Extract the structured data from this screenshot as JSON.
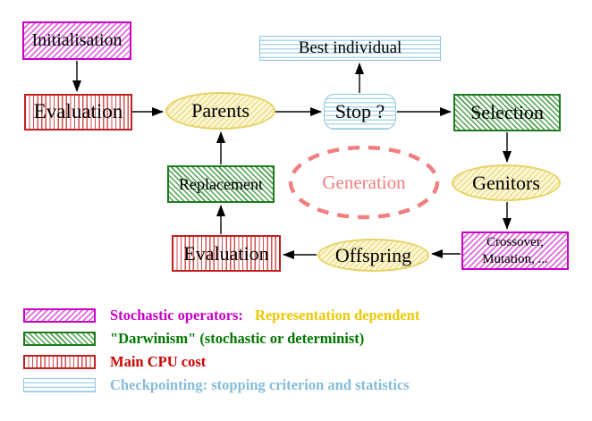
{
  "nodes": {
    "initialisation": "Initialisation",
    "evaluation_top": "Evaluation",
    "best_individual": "Best individual",
    "parents": "Parents",
    "stop": "Stop ?",
    "selection": "Selection",
    "replacement": "Replacement",
    "generation": "Generation",
    "genitors": "Genitors",
    "evaluation_bottom": "Evaluation",
    "offspring": "Offspring",
    "crossover_line1": "Crossover,",
    "crossover_line2": "Mutation, ..."
  },
  "legend": {
    "rows": [
      {
        "swatch": "magenta-diagonal-hatch",
        "label": "Stochastic operators:",
        "label_color": "#c800c8",
        "label2": "Representation dependent",
        "label2_color": "#eec800"
      },
      {
        "swatch": "green-diagonal-hatch",
        "label": "\"Darwinism\" (stochastic or determinist)",
        "label_color": "#007700"
      },
      {
        "swatch": "red-vertical-lines",
        "label": "Main CPU cost",
        "label_color": "#cc0000"
      },
      {
        "swatch": "cyan-horizontal-lines",
        "label": "Checkpointing: stopping criterion and statistics",
        "label_color": "#85bcd9"
      }
    ]
  },
  "colors": {
    "magenta_border": "#c800c8",
    "green_border": "#1e7a1e",
    "red_border": "#c02020",
    "cyan_border": "#90c8e0",
    "yellow_border": "#e6d264",
    "yellow_fill": "#fdf8da",
    "salmon_dashed_ellipse": "#f08080",
    "arrow_color": "#000000",
    "background": "#ffffff"
  }
}
